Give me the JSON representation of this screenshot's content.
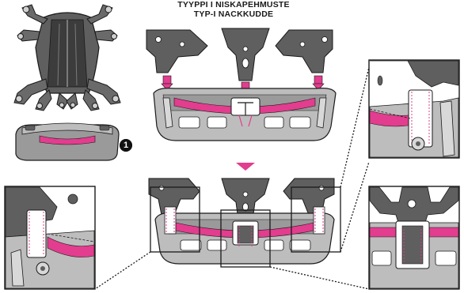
{
  "header": {
    "title_line1": "TYYPPI I NISKAPEHMUSTE",
    "title_line2": "TYP-I NACKKUDDE"
  },
  "step": {
    "number": "1"
  },
  "colors": {
    "frame_gray": "#5f5f5f",
    "dark_gray": "#3c3c3c",
    "light_gray": "#bdbdbd",
    "cushion_gray": "#9a9a9a",
    "accent_pink": "#e23d8e",
    "outline": "#1a1a1a"
  },
  "icons": {
    "down_arrow": "down-arrow-icon",
    "step_badge": "step-number-icon"
  }
}
